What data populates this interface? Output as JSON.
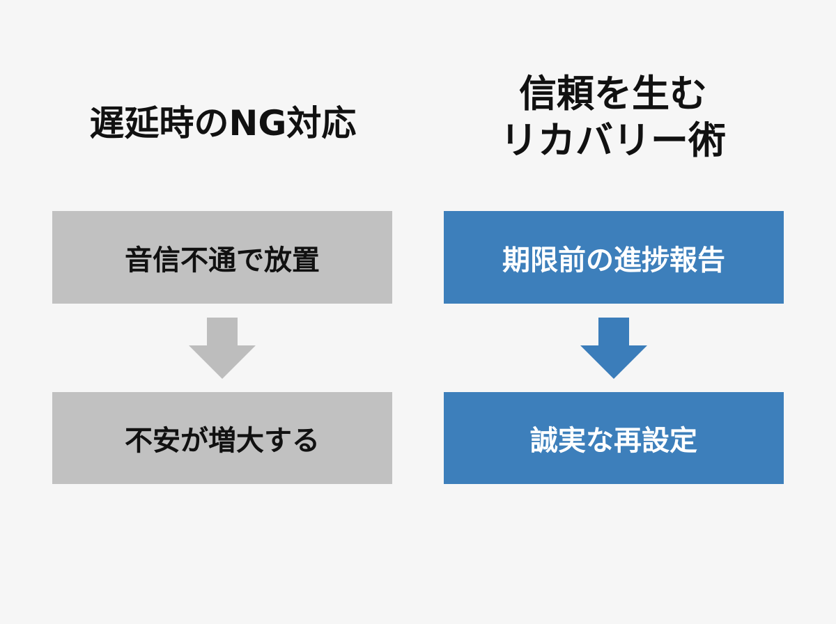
{
  "colors": {
    "ng_box": "#c1c1c1",
    "ng_arrow": "#bdbdbd",
    "good_box": "#3d7fbb",
    "good_arrow": "#3b7dba",
    "background": "#f6f6f6"
  },
  "left": {
    "title": "遅延時のNG対応",
    "step1": "音信不通で放置",
    "arrow_icon": "arrow-down-icon",
    "step2": "不安が増大する"
  },
  "right": {
    "title": "信頼を生む\nリカバリー術",
    "step1": "期限前の進捗報告",
    "arrow_icon": "arrow-down-icon",
    "step2": "誠実な再設定"
  }
}
